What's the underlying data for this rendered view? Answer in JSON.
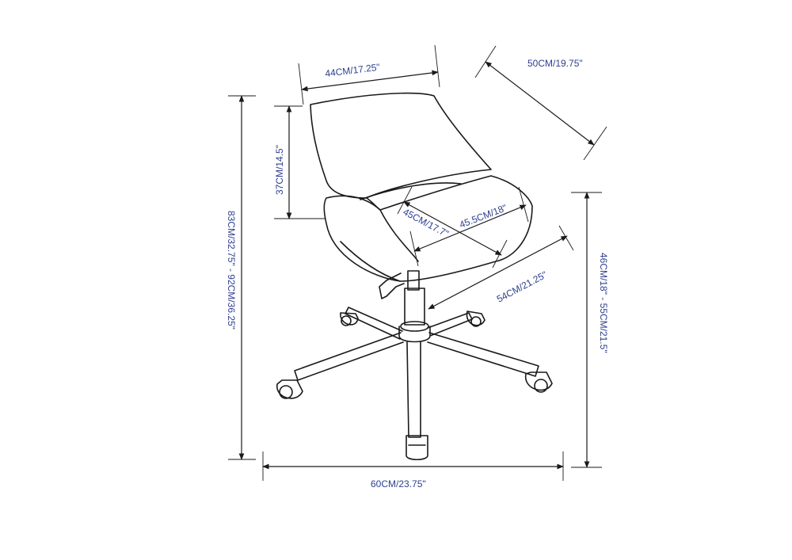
{
  "dimensions": {
    "seat_width": "44CM/17.25\"",
    "depth": "50CM/19.75\"",
    "backrest_height": "37CM/14.5\"",
    "overall_height": "83CM/32.75\" - 92CM/36.25\"",
    "seat_depth": "45CM/17.7\"",
    "seat_inner_width": "45.5CM/18\"",
    "base_reach": "54CM/21.25\"",
    "seat_height": "46CM/18\" - 55CM/21.5\"",
    "base_width": "60CM/23.75\""
  }
}
